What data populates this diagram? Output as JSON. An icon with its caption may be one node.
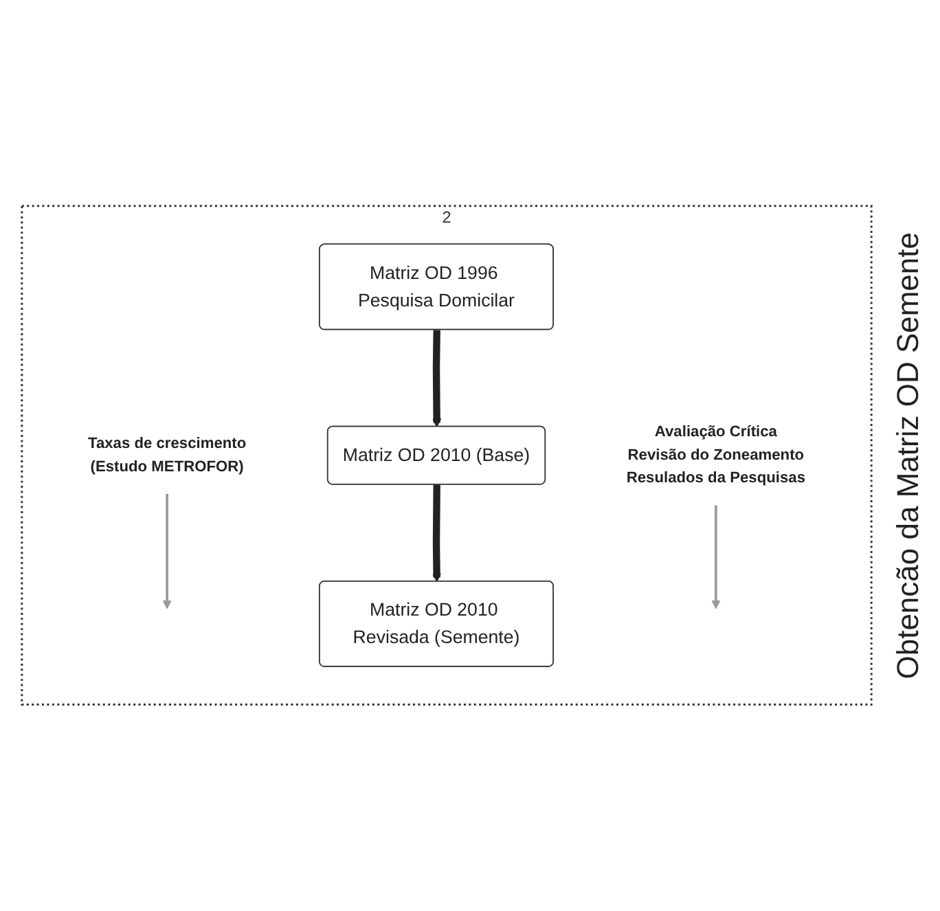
{
  "diagram": {
    "nodes": [
      {
        "text": [
          "2"
        ]
      },
      {
        "text": [
          "Matriz OD 1996 Pesquisa Domicilar"
        ],
        "in": 0
      },
      {
        "text": [
          "Matriz OD 2010 (Base)"
        ],
        "in": 0
      },
      {
        "text": [
          "Matriz OD 2010 Revisada (Semente)"
        ],
        "in": 0
      },
      {
        "text": [
          "Taxas de crescimento",
          "(Estudo METROFOR)"
        ],
        "in": 0
      },
      {
        "text": [
          "Avaliação Crítica",
          "Revisão do Zoneamento",
          "Resulados da Pesquisas"
        ],
        "in": 0
      }
    ],
    "edges": [
      {
        "from": 1,
        "to": 2,
        "arrow": "to",
        "style": "thick"
      },
      {
        "from": 4,
        "to": null,
        "arrow": "to",
        "color": "#999999"
      },
      {
        "from": 2,
        "to": 3,
        "arrow": "to",
        "style": "thick"
      },
      {
        "from": 5,
        "to": null,
        "arrow": "to",
        "color": "#999999"
      }
    ],
    "labels": [
      "Obtencão da Matriz OD Semente"
    ]
  }
}
